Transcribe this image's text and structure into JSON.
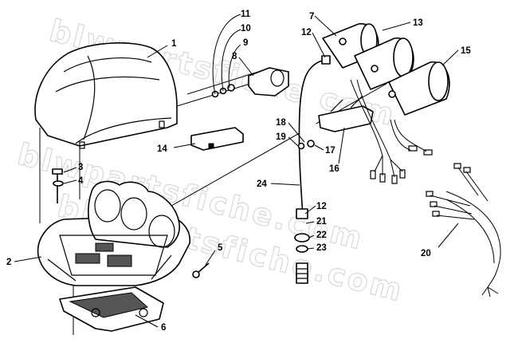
{
  "watermarks": [
    "blwpartsfiche.com",
    "blwpartsfiche.com",
    "blwpartsfiche.com"
  ],
  "callouts": [
    {
      "label": "1"
    },
    {
      "label": "2"
    },
    {
      "label": "3"
    },
    {
      "label": "4"
    },
    {
      "label": "5"
    },
    {
      "label": "6"
    },
    {
      "label": "7"
    },
    {
      "label": "8"
    },
    {
      "label": "9"
    },
    {
      "label": "10"
    },
    {
      "label": "11"
    },
    {
      "label": "12"
    },
    {
      "label": "12"
    },
    {
      "label": "13"
    },
    {
      "label": "14"
    },
    {
      "label": "15"
    },
    {
      "label": "16"
    },
    {
      "label": "17"
    },
    {
      "label": "18"
    },
    {
      "label": "19"
    },
    {
      "label": "20"
    },
    {
      "label": "21"
    },
    {
      "label": "22"
    },
    {
      "label": "23"
    },
    {
      "label": "24"
    }
  ]
}
